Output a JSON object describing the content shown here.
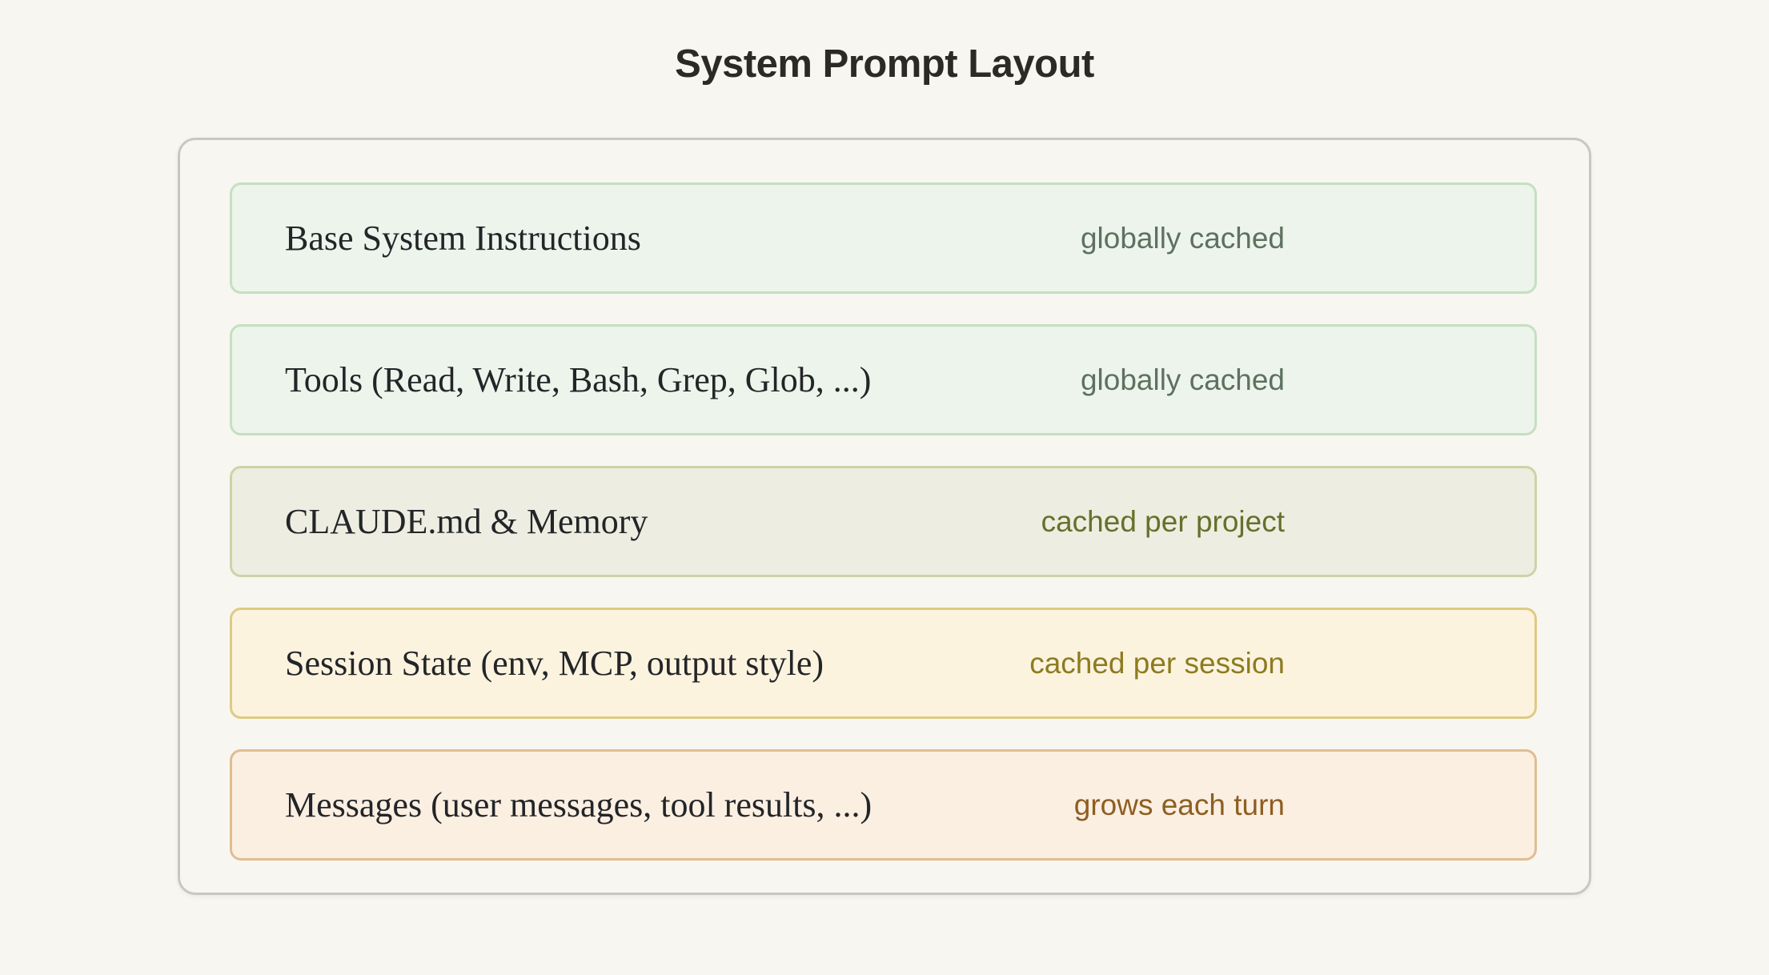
{
  "title": "System Prompt Layout",
  "colors": {
    "page_bg": "#F8F6F0",
    "container_border": "#C9C7C3",
    "title_color": "#2B2A26",
    "row_text_color": "#232528"
  },
  "rows": [
    {
      "name": "base-system-instructions",
      "label": "Base System Instructions",
      "tag": "globally cached",
      "bg": "#EDF4EB",
      "border": "#C4E0C1",
      "tag_color": "#5E7160"
    },
    {
      "name": "tools",
      "label": "Tools (Read, Write, Bash, Grep, Glob, ...)",
      "tag": "globally cached",
      "bg": "#EDF4EB",
      "border": "#C4E0C1",
      "tag_color": "#5E7160"
    },
    {
      "name": "claude-md-memory",
      "label": "CLAUDE.md & Memory",
      "tag": "cached per project",
      "bg": "#EDEEE1",
      "border": "#CFD2A8",
      "tag_color": "#67702B"
    },
    {
      "name": "session-state",
      "label": "Session State (env, MCP, output style)",
      "tag": "cached per session",
      "bg": "#FCF3DF",
      "border": "#DECA85",
      "tag_color": "#8D7B1F"
    },
    {
      "name": "messages",
      "label": "Messages (user messages, tool results, ...)",
      "tag": "grows each turn",
      "bg": "#FBEFE2",
      "border": "#DFBD92",
      "tag_color": "#8E5E22"
    }
  ]
}
